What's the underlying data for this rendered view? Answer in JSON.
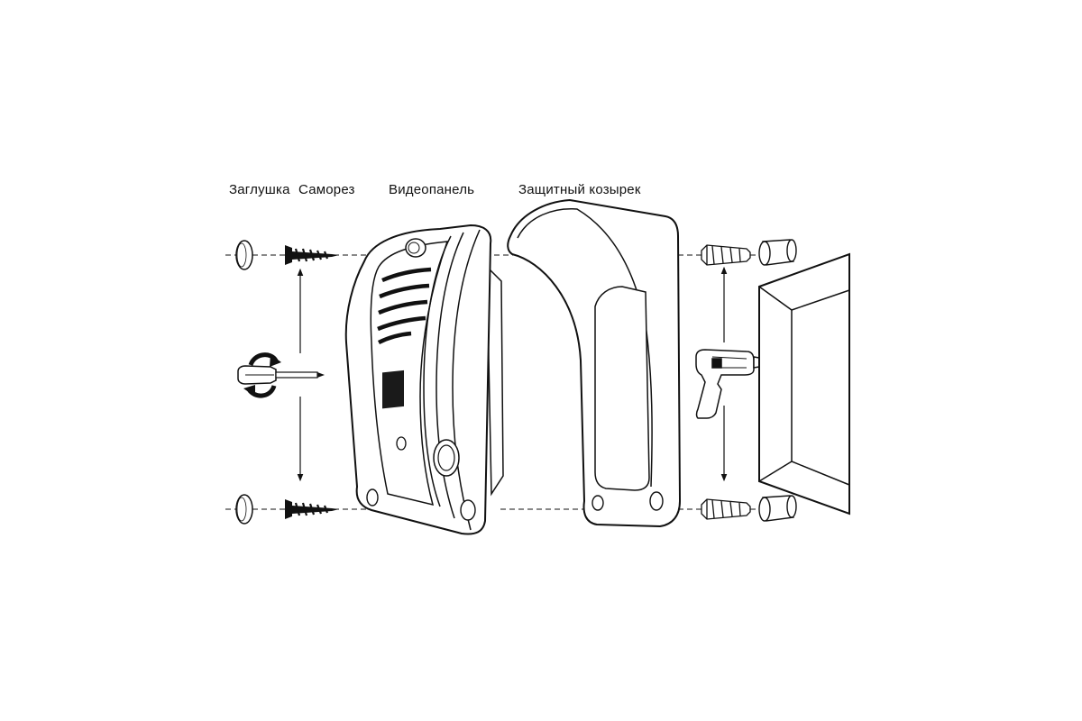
{
  "labels": {
    "cap": "Заглушка",
    "screw": "Саморез",
    "panel": "Видеопанель",
    "visor": "Защитный козырек"
  },
  "colors": {
    "line": "#111111",
    "fill": "#ffffff",
    "dark": "#1a1a1a"
  }
}
